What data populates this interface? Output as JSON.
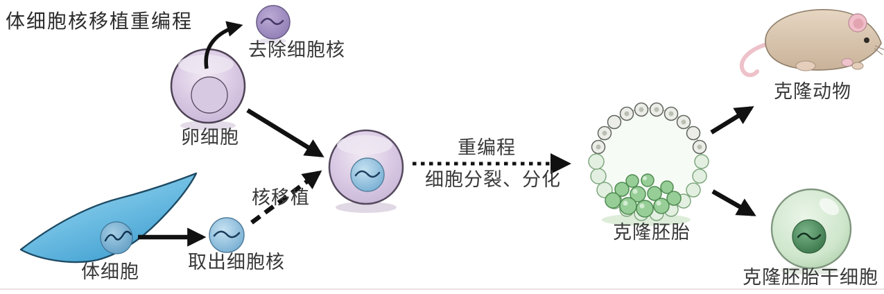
{
  "title": "体细胞核移植重编程",
  "labels": {
    "egg_cell": "卵细胞",
    "remove_nucleus": "去除细胞核",
    "somatic_cell": "体细胞",
    "extract_nucleus": "取出细胞核",
    "nuclear_transfer": "核移植",
    "reprogramming": "重编程",
    "division_differentiation": "细胞分裂、分化",
    "cloned_embryo": "克隆胚胎",
    "cloned_animal": "克隆动物",
    "cloned_es_cell": "克隆胚胎干细胞"
  },
  "colors": {
    "egg_cell_fill": "#c9b6d7",
    "removed_nucleus_fill": "#9886bc",
    "somatic_cell_fill": "#55aeda",
    "donor_nucleus_fill": "#7fb2d4",
    "embryo_green": "#8cc98c",
    "stem_cell_fill": "#b7d8b4",
    "stem_nucleus_fill": "#3f7a4e",
    "mouse_body": "#d9c6af",
    "mouse_pink": "#f0bcc6",
    "arrow": "#111111",
    "text": "#383838",
    "background": "#ffffff"
  }
}
